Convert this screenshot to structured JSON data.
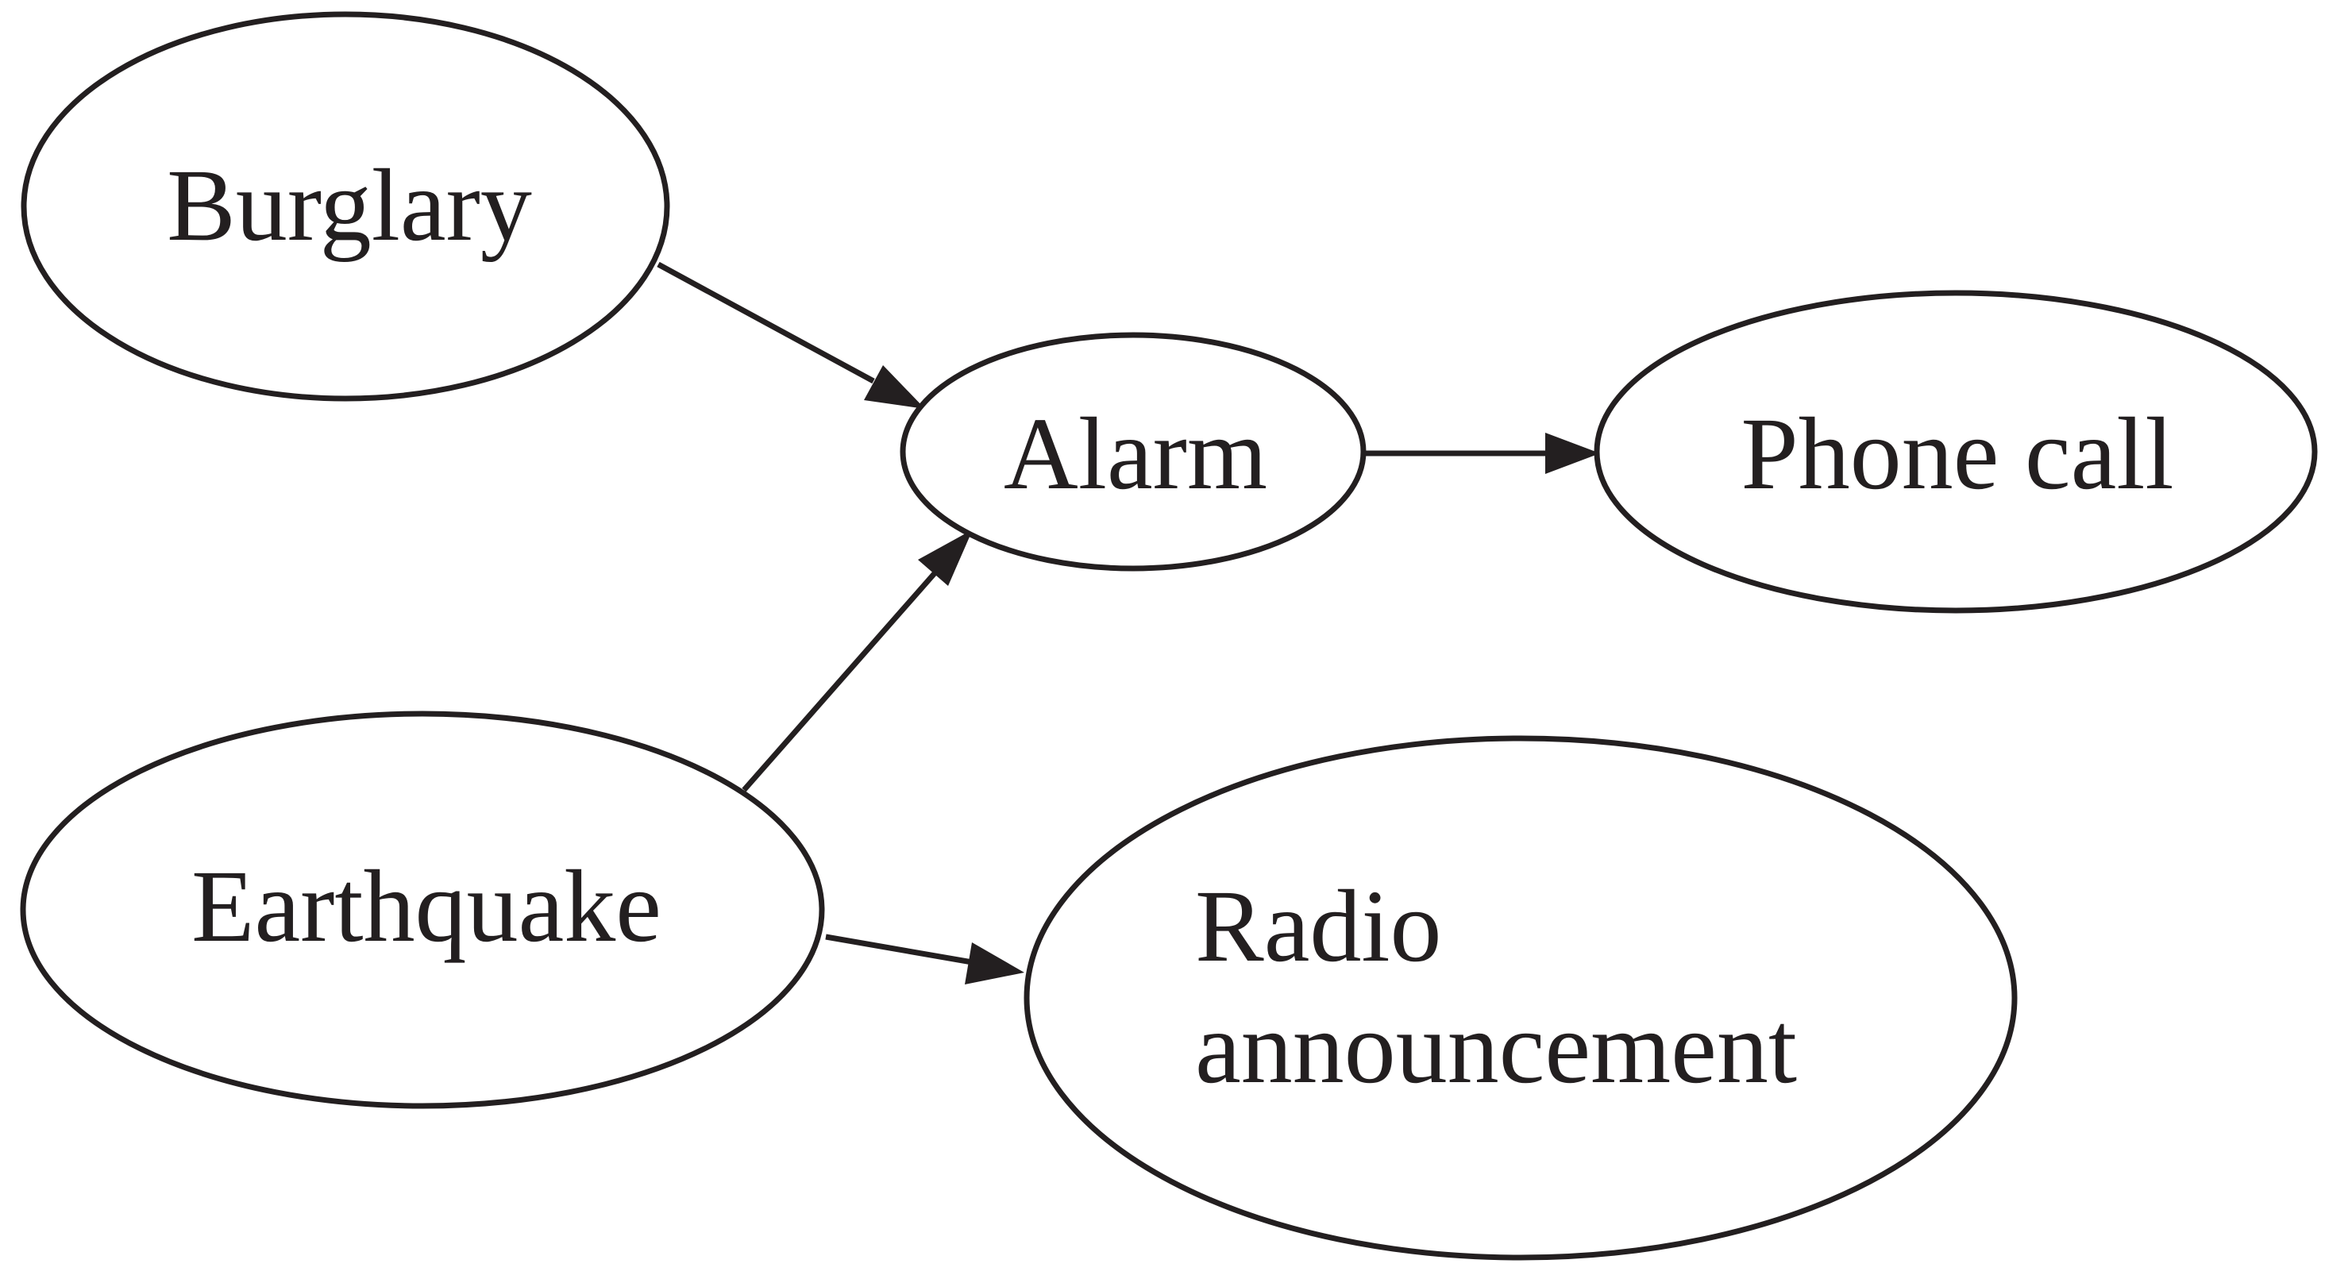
{
  "diagram": {
    "colors": {
      "stroke": "#231f20",
      "text": "#231f20",
      "background": "#ffffff"
    },
    "nodes": [
      {
        "id": "burglary",
        "label": "Burglary"
      },
      {
        "id": "alarm",
        "label": "Alarm"
      },
      {
        "id": "phone-call",
        "label": "Phone call"
      },
      {
        "id": "earthquake",
        "label": "Earthquake"
      },
      {
        "id": "radio-announcement",
        "label_line1": "Radio",
        "label_line2": "announcement"
      }
    ],
    "edges": [
      {
        "from": "burglary",
        "to": "alarm"
      },
      {
        "from": "alarm",
        "to": "phone-call"
      },
      {
        "from": "earthquake",
        "to": "alarm"
      },
      {
        "from": "earthquake",
        "to": "radio-announcement"
      }
    ]
  }
}
